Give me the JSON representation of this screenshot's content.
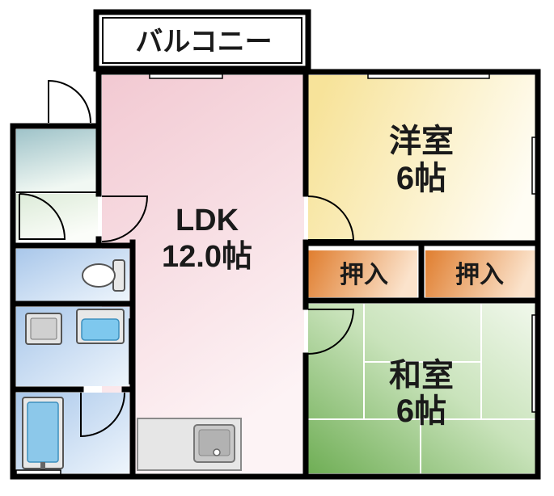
{
  "balcony": {
    "label": "バルコニー"
  },
  "rooms": {
    "ldk": {
      "name": "LDK",
      "size": "12.0帖"
    },
    "western": {
      "name": "洋室",
      "size": "6帖"
    },
    "japanese": {
      "name": "和室",
      "size": "6帖"
    },
    "closet_left": {
      "label": "押入"
    },
    "closet_right": {
      "label": "押入"
    }
  },
  "colors": {
    "wall": "#000000",
    "ldk_top": "#f2c9d2",
    "ldk_bottom": "#fdf3f5",
    "western_left": "#f7e39a",
    "western_right": "#fffdf4",
    "japanese_dark": "#6fae55",
    "japanese_light": "#f1f8ec",
    "closet_dark": "#e07e2f",
    "closet_light": "#fbe3cc",
    "wet_area": "#d3e4f5",
    "entry": "#cfe2e6"
  }
}
